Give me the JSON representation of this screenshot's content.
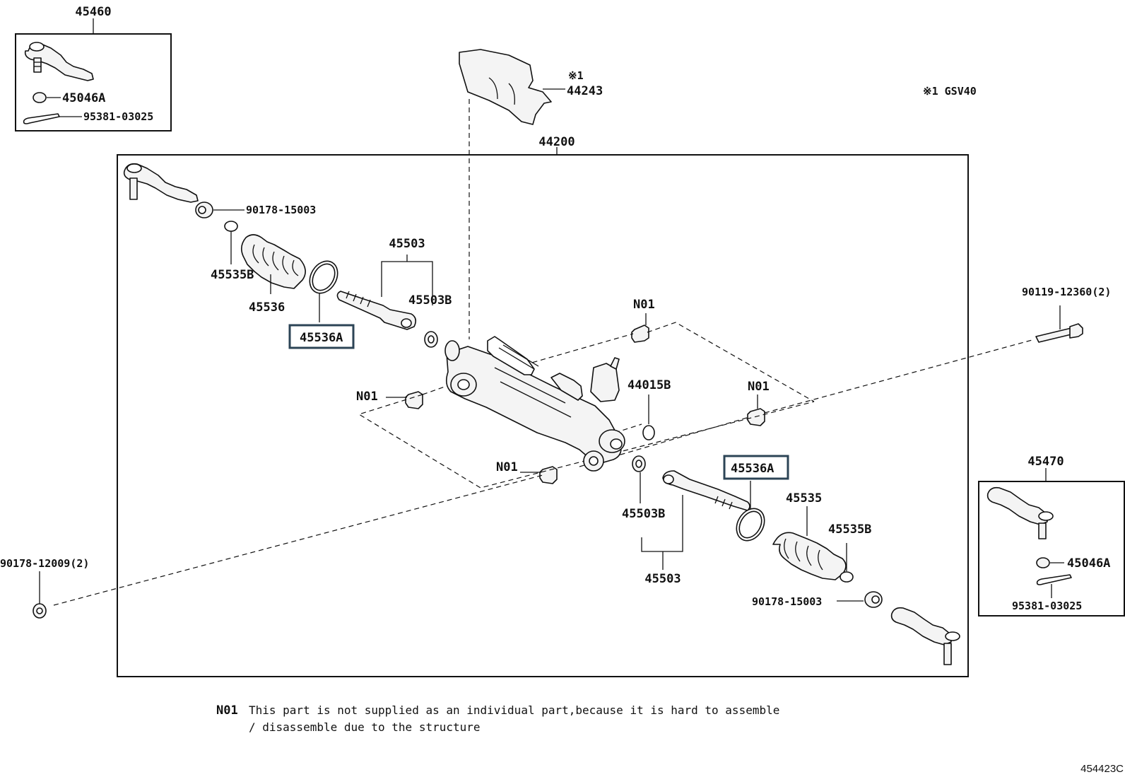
{
  "labels": {
    "p45460": "45460",
    "p45046a_tl": "45046A",
    "p95381_tl": "95381-03025",
    "p44243": "44243",
    "p44243_mark": "※1",
    "note_mark": "※1 GSV40",
    "p44200": "44200",
    "p90178_15003_top": "90178-15003",
    "p45503_top": "45503",
    "p45535b_left": "45535B",
    "p45536": "45536",
    "p45536a_left": "45536A",
    "p45503b_top": "45503B",
    "n01_top": "N01",
    "p90119": "90119-12360(2)",
    "n01_left": "N01",
    "p44015b": "44015B",
    "n01_right": "N01",
    "n01_bottom": "N01",
    "p45536a_right": "45536A",
    "p45535": "45535",
    "p45503b_bottom": "45503B",
    "p45535b_right": "45535B",
    "p45503_bottom": "45503",
    "p90178_15003_bottom": "90178-15003",
    "p90178_12009": "90178-12009(2)",
    "p45470": "45470",
    "p45046a_br": "45046A",
    "p95381_br": "95381-03025"
  },
  "footnote": {
    "code": "N01",
    "line1": "This part is not supplied as an individual part,because it is hard to assemble",
    "line2": "/ disassemble due to the structure"
  },
  "figure_id": "454423C"
}
